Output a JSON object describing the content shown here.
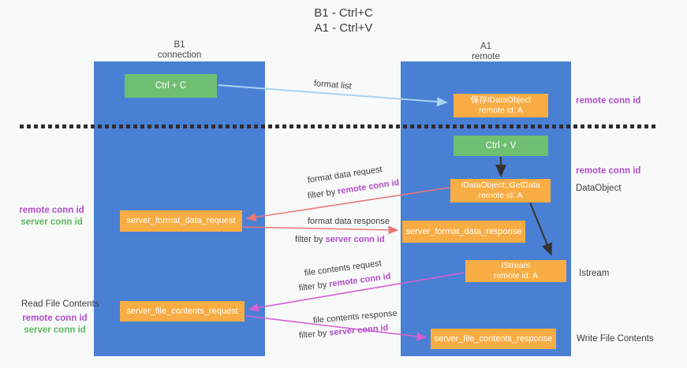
{
  "title": {
    "line1": "B1 - Ctrl+C",
    "line2": "A1 - Ctrl+V"
  },
  "lanes": {
    "left": {
      "header1": "B1",
      "header2": "connection"
    },
    "right": {
      "header1": "A1",
      "header2": "remote"
    }
  },
  "nodes": {
    "ctrl_c": {
      "label": "Ctrl + C"
    },
    "save_idataobject": {
      "line1": "保存IDataObject",
      "line2": "remote id: A"
    },
    "ctrl_v": {
      "label": "Ctrl + V"
    },
    "getdata": {
      "line1": "IDataObject::GetData",
      "line2": "remote id: A"
    },
    "format_request": {
      "label": "server_format_data_request"
    },
    "format_response": {
      "label": "server_format_data_response"
    },
    "istream": {
      "line1": "IStream",
      "line2": "remote id: A"
    },
    "file_request": {
      "label": "server_file_contents_request"
    },
    "file_response": {
      "label": "server_file_contents_response"
    }
  },
  "arrow_labels": {
    "format_list": "format list",
    "format_data_request": "format data request",
    "format_data_response": "format data response",
    "file_contents_request": "file contents request",
    "file_contents_response": "file contents response",
    "filter_by": "filter by ",
    "remote_conn_id": "remote conn id",
    "server_conn_id": "server conn id"
  },
  "side_labels": {
    "remote_conn_id": "remote conn id",
    "server_conn_id": "server conn id",
    "dataobject": "DataObject",
    "istream": "Istream",
    "read_file_contents": "Read File Contents",
    "write_file_contents": "Write File Contents"
  },
  "colors": {
    "lane_blue": "#4a80d4",
    "green_box": "#6fbf72",
    "orange_box": "#f8ad44",
    "purple_text": "#b04ec8",
    "green_text": "#5cb85c",
    "salmon_arrow": "#e87878",
    "magenta_arrow": "#d55fd5",
    "light_blue_arrow": "#a6d3f2",
    "black_arrow": "#333333"
  }
}
